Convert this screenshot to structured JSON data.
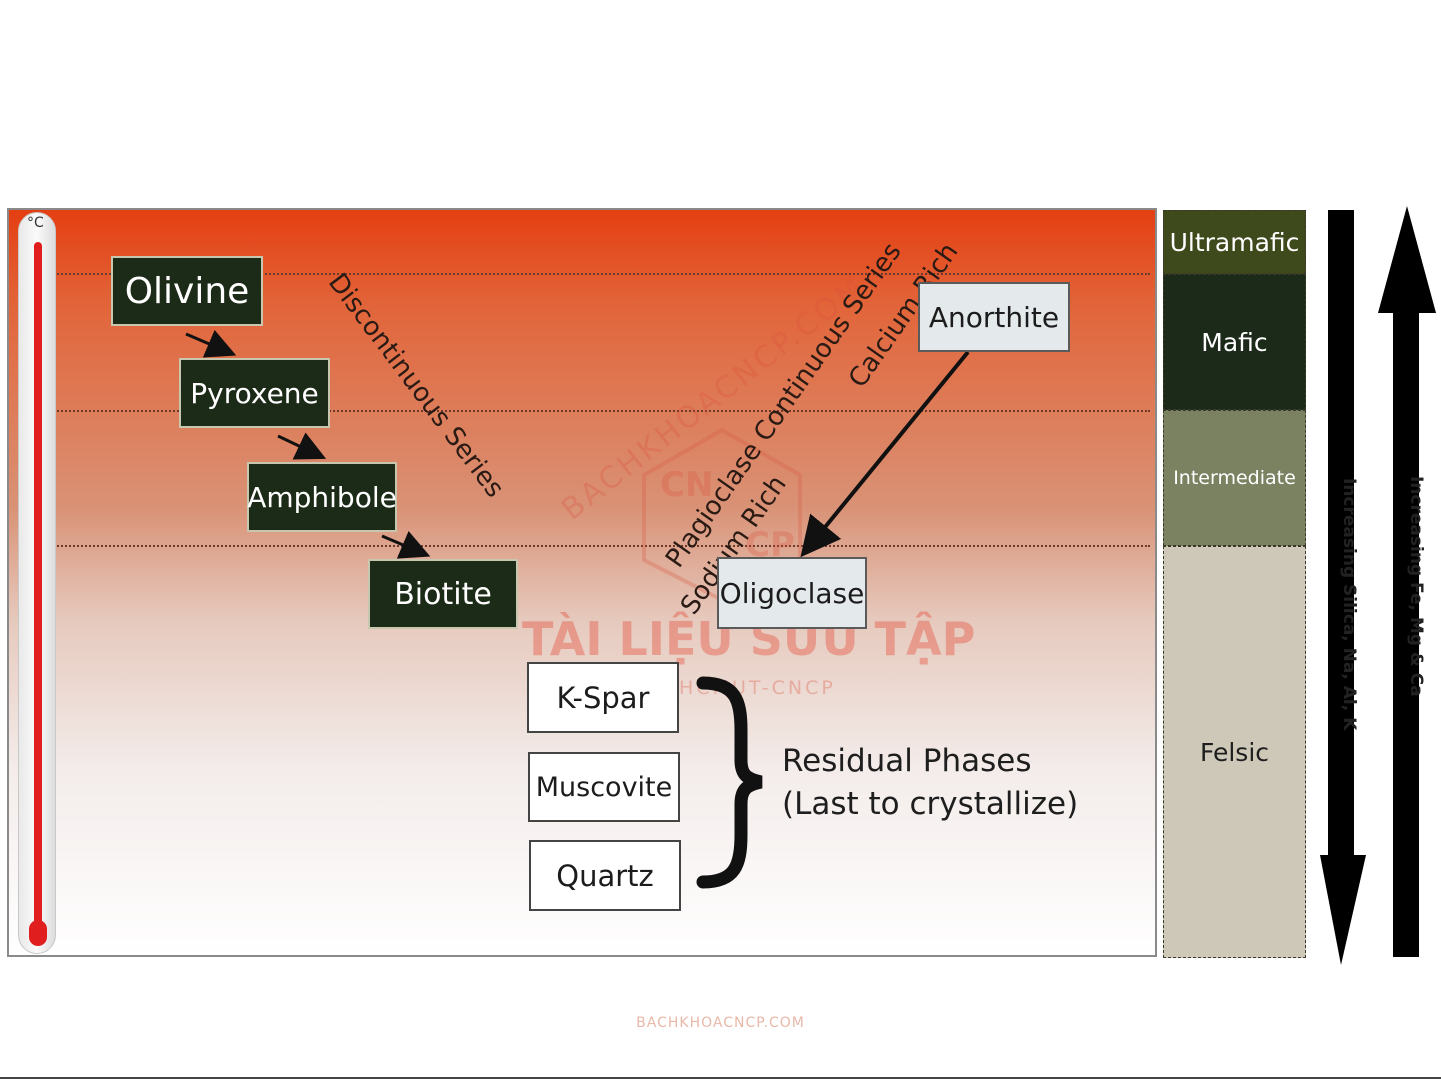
{
  "thermometer": {
    "unit": "°C"
  },
  "discontinuous": {
    "label": "Discontinuous Series",
    "minerals": [
      "Olivine",
      "Pyroxene",
      "Amphibole",
      "Biotite"
    ]
  },
  "continuous": {
    "label": "Plagioclase Continuous Series",
    "calcium_label": "Calcium Rich",
    "sodium_label": "Sodium Rich",
    "minerals": [
      "Anorthite",
      "Oligoclase"
    ]
  },
  "residual": {
    "minerals": [
      "K-Spar",
      "Muscovite",
      "Quartz"
    ],
    "title": "Residual Phases",
    "subtitle": "(Last to crystallize)"
  },
  "composition": [
    "Ultramafic",
    "Mafic",
    "Intermediate",
    "Felsic"
  ],
  "axes": {
    "down_label": "Increasing Silica, Na, Al, K",
    "up_label": "Increasing Fe, Mg & Ca"
  },
  "watermark": {
    "main": "TÀI LIỆU SƯU TẬP",
    "sub": "BỞI HCMUT-CNCP",
    "arc": "BACHKHOACNCP.COM",
    "logo_top": "CN",
    "logo_bottom": "CP"
  },
  "footer": "BACHKHOACNCP.COM"
}
